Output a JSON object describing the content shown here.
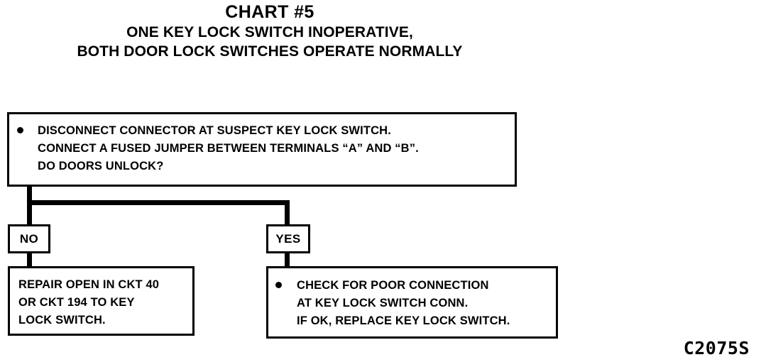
{
  "chart": {
    "title_line_1": "CHART #5",
    "title_line_2": "ONE KEY LOCK SWITCH INOPERATIVE,",
    "title_line_3": "BOTH DOOR LOCK SWITCHES OPERATE NORMALLY",
    "reference_code": "C2075S",
    "ink_color": "#000000",
    "background_color": "#ffffff"
  },
  "main_box": {
    "bullet": "•",
    "lines": [
      "DISCONNECT CONNECTOR AT SUSPECT KEY LOCK SWITCH.",
      "CONNECT A FUSED JUMPER BETWEEN TERMINALS “A” AND “B”.",
      "DO DOORS UNLOCK?"
    ]
  },
  "branches": {
    "no_label": "NO",
    "yes_label": "YES"
  },
  "left_outcome": {
    "lines": [
      "REPAIR OPEN IN CKT 40",
      "OR CKT 194 TO KEY",
      "LOCK SWITCH."
    ]
  },
  "right_outcome": {
    "bullet": "•",
    "lines": [
      "CHECK FOR POOR CONNECTION",
      "AT KEY LOCK SWITCH CONN.",
      "IF OK, REPLACE KEY LOCK SWITCH."
    ]
  }
}
